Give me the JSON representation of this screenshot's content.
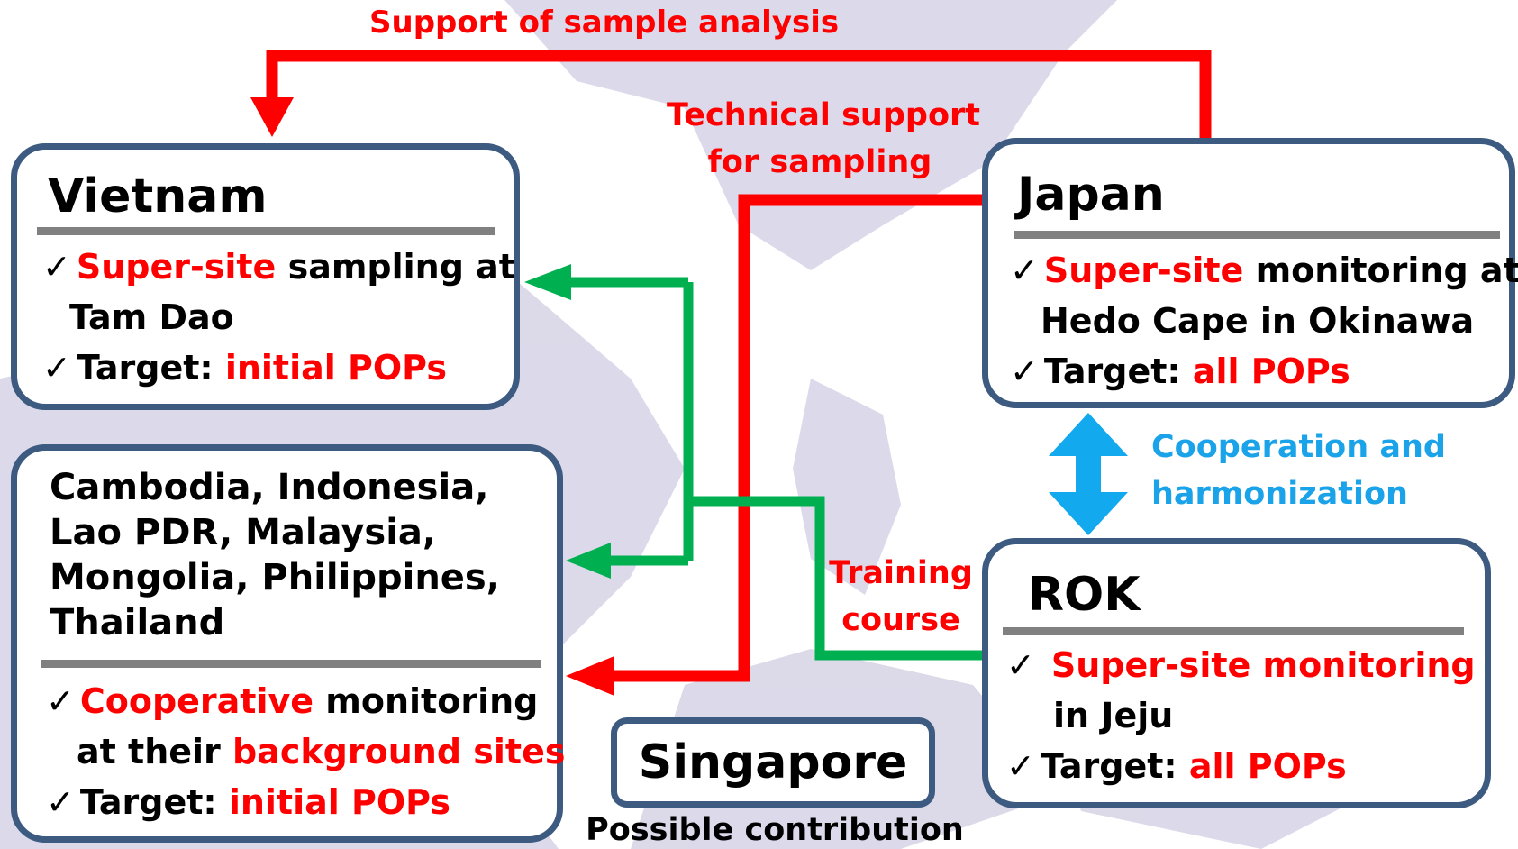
{
  "colors": {
    "red_arrow": "#ff0000",
    "green_arrow": "#00b050",
    "blue_arrow": "#12a9ee",
    "box_border": "#3d5a80",
    "rule": "#808080"
  },
  "labels": {
    "support_sample": "Support of sample analysis",
    "tech_support_1": "Technical support",
    "tech_support_2": "for sampling",
    "cooperation_1": "Cooperation and",
    "cooperation_2": "harmonization",
    "training_1": "Training",
    "training_2": "course",
    "possible": "Possible contribution"
  },
  "check_mark": "✓",
  "vietnam": {
    "title": "Vietnam",
    "l1_red": "Super-site",
    "l1_rest": " sampling at",
    "l2": "Tam Dao",
    "l3_black": "Target: ",
    "l3_red": "initial POPs"
  },
  "japan": {
    "title": "Japan",
    "l1_red": "Super-site",
    "l1_rest": " monitoring at",
    "l2": "Hedo Cape in Okinawa",
    "l3_black": "Target: ",
    "l3_red": "all POPs"
  },
  "rok": {
    "title": "ROK",
    "l1_red": "Super-site monitoring",
    "l2": "in Jeju",
    "l3_black": "Target: ",
    "l3_red": "all POPs"
  },
  "others": {
    "countries": [
      "Cambodia, Indonesia,",
      "Lao PDR, Malaysia,",
      "Mongolia,  Philippines,",
      "Thailand"
    ],
    "l1_red": "Cooperative",
    "l1_rest": " monitoring",
    "l2_black": "at their ",
    "l2_red": "background sites",
    "l3_black": "Target: ",
    "l3_red": "initial POPs"
  },
  "singapore": {
    "title": "Singapore"
  }
}
